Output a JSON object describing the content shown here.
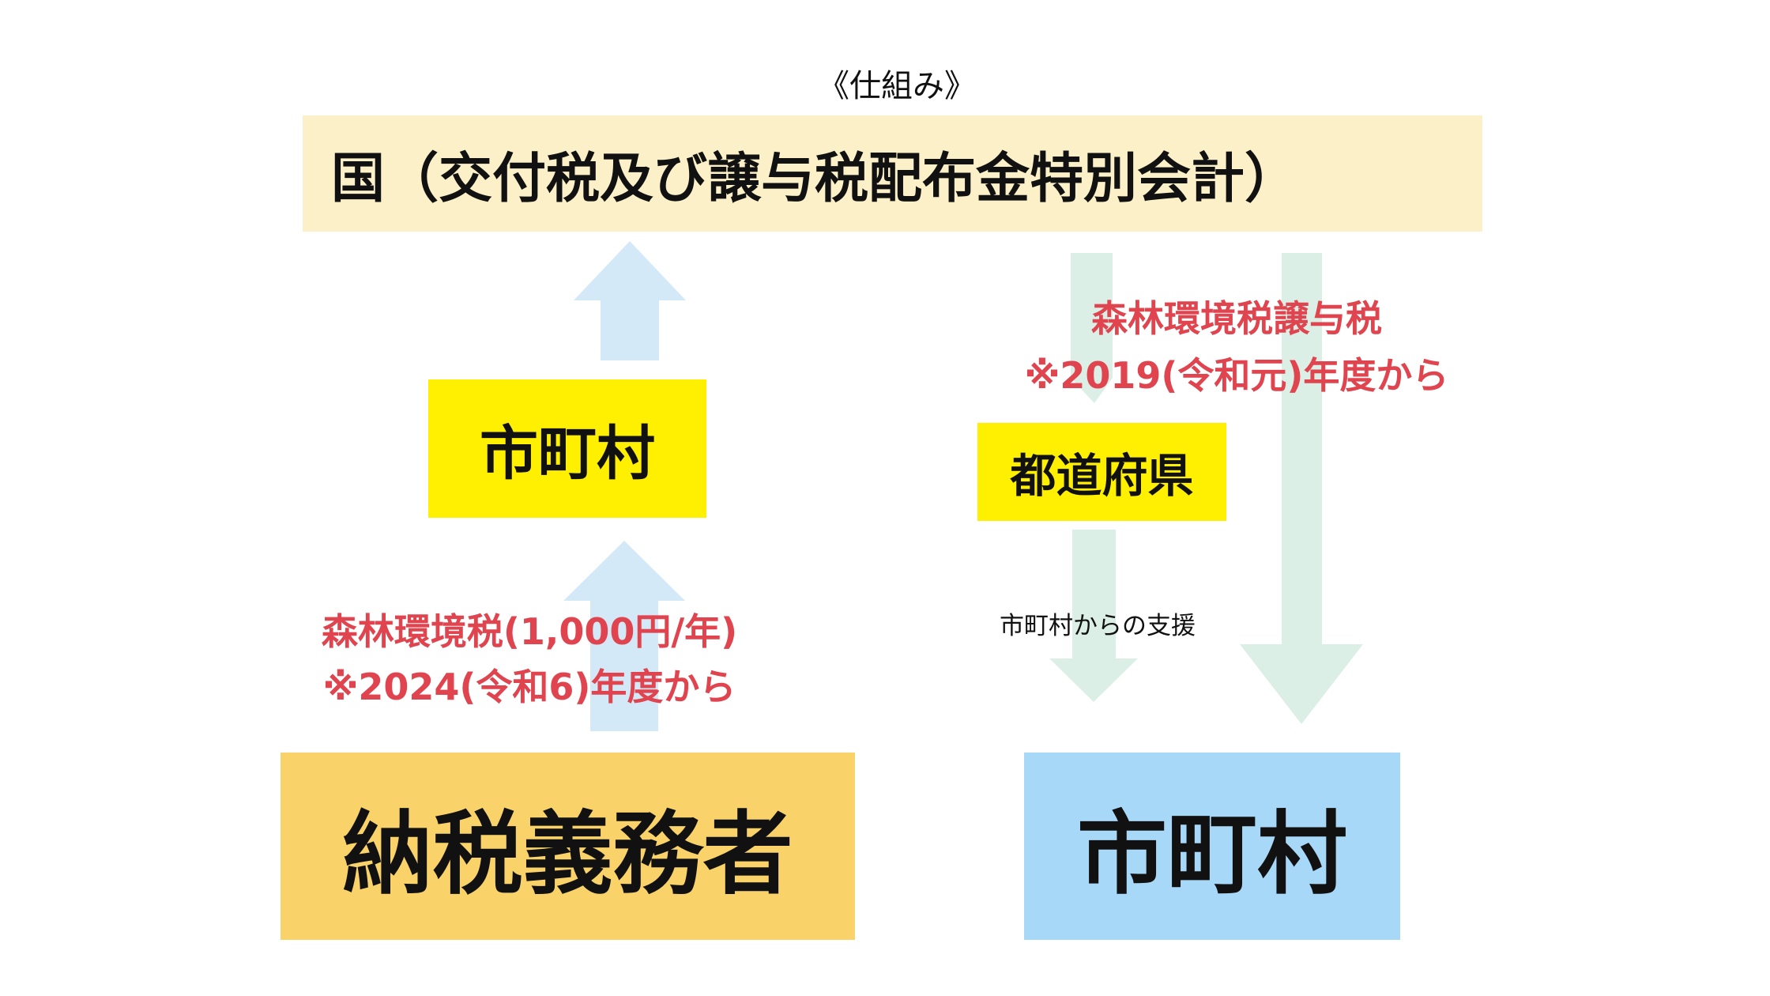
{
  "caption": "《仕組み》",
  "boxes": {
    "national": "国（交付税及び譲与税配布金特別会計）",
    "municipality_small": "市町村",
    "prefecture": "都道府県",
    "taxpayer": "納税義務者",
    "municipality_large": "市町村"
  },
  "labels": {
    "transfer_line1": "森林環境税譲与税",
    "transfer_line2": "※2019(令和元)年度から",
    "tax_line1": "森林環境税(1,000円/年)",
    "tax_line2": "※2024(令和6)年度から",
    "support": "市町村からの支援"
  },
  "colors": {
    "national_box": "#fbf0c8",
    "yellow_box": "#ffef00",
    "taxpayer_box": "#fad26a",
    "municipality_box": "#a8d8f8",
    "arrow_blue": "#d4e9f7",
    "arrow_green": "#dcefe6",
    "label_red": "#e0444e"
  }
}
